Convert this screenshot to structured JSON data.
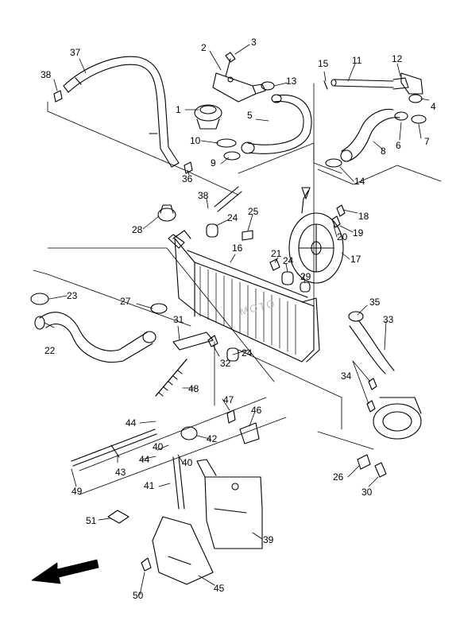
{
  "callouts": [
    {
      "id": "1",
      "text": "1"
    },
    {
      "id": "2",
      "text": "2"
    },
    {
      "id": "3",
      "text": "3"
    },
    {
      "id": "4",
      "text": "4"
    },
    {
      "id": "5",
      "text": "5"
    },
    {
      "id": "6",
      "text": "6"
    },
    {
      "id": "7",
      "text": "7"
    },
    {
      "id": "8",
      "text": "8"
    },
    {
      "id": "9",
      "text": "9"
    },
    {
      "id": "10",
      "text": "10"
    },
    {
      "id": "11",
      "text": "11"
    },
    {
      "id": "12",
      "text": "12"
    },
    {
      "id": "13",
      "text": "13"
    },
    {
      "id": "14",
      "text": "14"
    },
    {
      "id": "15",
      "text": "15"
    },
    {
      "id": "16",
      "text": "16"
    },
    {
      "id": "17",
      "text": "17"
    },
    {
      "id": "18",
      "text": "18"
    },
    {
      "id": "19",
      "text": "19"
    },
    {
      "id": "20",
      "text": "20"
    },
    {
      "id": "21",
      "text": "21"
    },
    {
      "id": "22",
      "text": "22"
    },
    {
      "id": "23",
      "text": "23"
    },
    {
      "id": "24a",
      "text": "24"
    },
    {
      "id": "24b",
      "text": "24"
    },
    {
      "id": "24c",
      "text": "24"
    },
    {
      "id": "25",
      "text": "25"
    },
    {
      "id": "26",
      "text": "26"
    },
    {
      "id": "27",
      "text": "27"
    },
    {
      "id": "28",
      "text": "28"
    },
    {
      "id": "29",
      "text": "29"
    },
    {
      "id": "30",
      "text": "30"
    },
    {
      "id": "31",
      "text": "31"
    },
    {
      "id": "32",
      "text": "32"
    },
    {
      "id": "33",
      "text": "33"
    },
    {
      "id": "34",
      "text": "34"
    },
    {
      "id": "35",
      "text": "35"
    },
    {
      "id": "36",
      "text": "36"
    },
    {
      "id": "37",
      "text": "37"
    },
    {
      "id": "38a",
      "text": "38"
    },
    {
      "id": "38b",
      "text": "38"
    },
    {
      "id": "39",
      "text": "39"
    },
    {
      "id": "40a",
      "text": "40"
    },
    {
      "id": "40b",
      "text": "40"
    },
    {
      "id": "41",
      "text": "41"
    },
    {
      "id": "42",
      "text": "42"
    },
    {
      "id": "43",
      "text": "43"
    },
    {
      "id": "44a",
      "text": "44"
    },
    {
      "id": "44b",
      "text": "44"
    },
    {
      "id": "45",
      "text": "45"
    },
    {
      "id": "46",
      "text": "46"
    },
    {
      "id": "47",
      "text": "47"
    },
    {
      "id": "48",
      "text": "48"
    },
    {
      "id": "49",
      "text": "49"
    },
    {
      "id": "50",
      "text": "50"
    },
    {
      "id": "51",
      "text": "51"
    }
  ],
  "watermark": "MOTO",
  "colors": {
    "line": "#000000",
    "background": "#ffffff",
    "watermark": "#bdbdbd"
  }
}
